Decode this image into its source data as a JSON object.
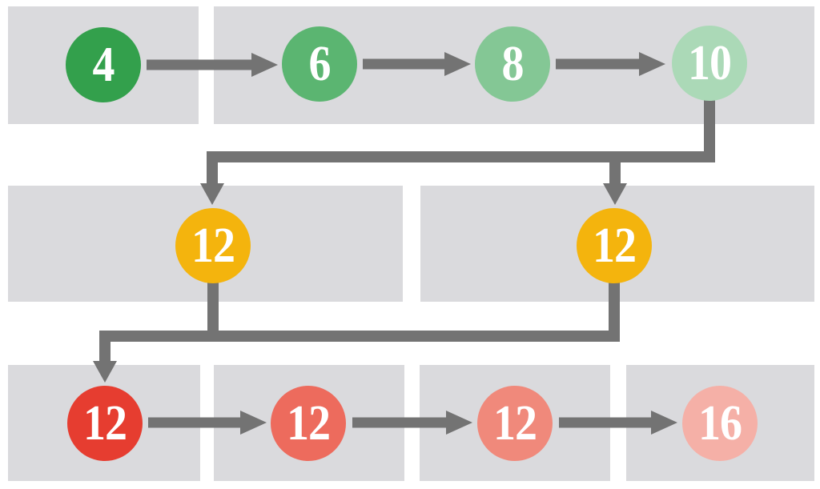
{
  "colors": {
    "background": "#ffffff",
    "panel": "#dadadd",
    "arrow": "#737373",
    "label_text": "#ffffff"
  },
  "nodes": [
    {
      "id": "n4",
      "label": "4",
      "value": 4,
      "color": "#33a04c",
      "row": 1,
      "col": 1
    },
    {
      "id": "n6",
      "label": "6",
      "value": 6,
      "color": "#5bb571",
      "row": 1,
      "col": 2
    },
    {
      "id": "n8",
      "label": "8",
      "value": 8,
      "color": "#84c795",
      "row": 1,
      "col": 3
    },
    {
      "id": "n10",
      "label": "10",
      "value": 10,
      "color": "#abd9b7",
      "row": 1,
      "col": 4
    },
    {
      "id": "n12a",
      "label": "12",
      "value": 12,
      "color": "#f4b40d",
      "row": 2,
      "col": 1
    },
    {
      "id": "n12b",
      "label": "12",
      "value": 12,
      "color": "#f4b40d",
      "row": 2,
      "col": 2
    },
    {
      "id": "n12c",
      "label": "12",
      "value": 12,
      "color": "#e63d30",
      "row": 3,
      "col": 1
    },
    {
      "id": "n12d",
      "label": "12",
      "value": 12,
      "color": "#ed6b5d",
      "row": 3,
      "col": 2
    },
    {
      "id": "n12e",
      "label": "12",
      "value": 12,
      "color": "#f0897b",
      "row": 3,
      "col": 3
    },
    {
      "id": "n16",
      "label": "16",
      "value": 16,
      "color": "#f5b0a7",
      "row": 3,
      "col": 4
    }
  ],
  "edges": [
    {
      "from": "n4",
      "to": "n6"
    },
    {
      "from": "n6",
      "to": "n8"
    },
    {
      "from": "n8",
      "to": "n10"
    },
    {
      "from": "n10",
      "to": "n12a"
    },
    {
      "from": "n10",
      "to": "n12b"
    },
    {
      "from": "n12a",
      "to": "n12c"
    },
    {
      "from": "n12b",
      "to": "n12c"
    },
    {
      "from": "n12c",
      "to": "n12d"
    },
    {
      "from": "n12d",
      "to": "n12e"
    },
    {
      "from": "n12e",
      "to": "n16"
    }
  ]
}
